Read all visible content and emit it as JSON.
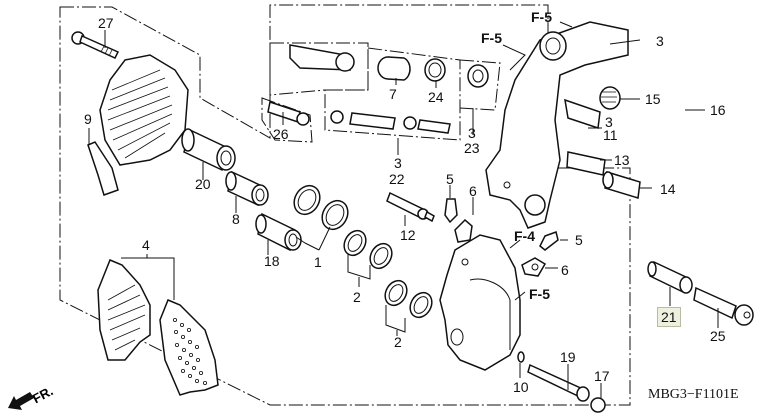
{
  "diagram": {
    "title_code": "MBG3−F1101E",
    "direction_label": "FR.",
    "highlight_color": "#eef0df",
    "references": [
      {
        "id": "ref-f5-top",
        "text": "F-5"
      },
      {
        "id": "ref-f5-left",
        "text": "F-5"
      },
      {
        "id": "ref-f4",
        "text": "F-4"
      },
      {
        "id": "ref-f5-caliper",
        "text": "F-5"
      }
    ],
    "callouts": {
      "p27": "27",
      "p9": "9",
      "p26": "26",
      "p7": "7",
      "p24": "24",
      "p3a": "3",
      "p23": "23",
      "p3b": "3",
      "p22": "22",
      "p3c": "3",
      "p15": "15",
      "p16": "16",
      "p3d": "3",
      "p11": "11",
      "p13": "13",
      "p14": "14",
      "p20": "20",
      "p8": "8",
      "p18": "18",
      "p1": "1",
      "p2a": "2",
      "p2b": "2",
      "p12": "12",
      "p5a": "5",
      "p6a": "6",
      "p5b": "5",
      "p6b": "6",
      "p4": "4",
      "p10": "10",
      "p19": "19",
      "p17": "17",
      "p21": "21",
      "p25": "25"
    }
  }
}
